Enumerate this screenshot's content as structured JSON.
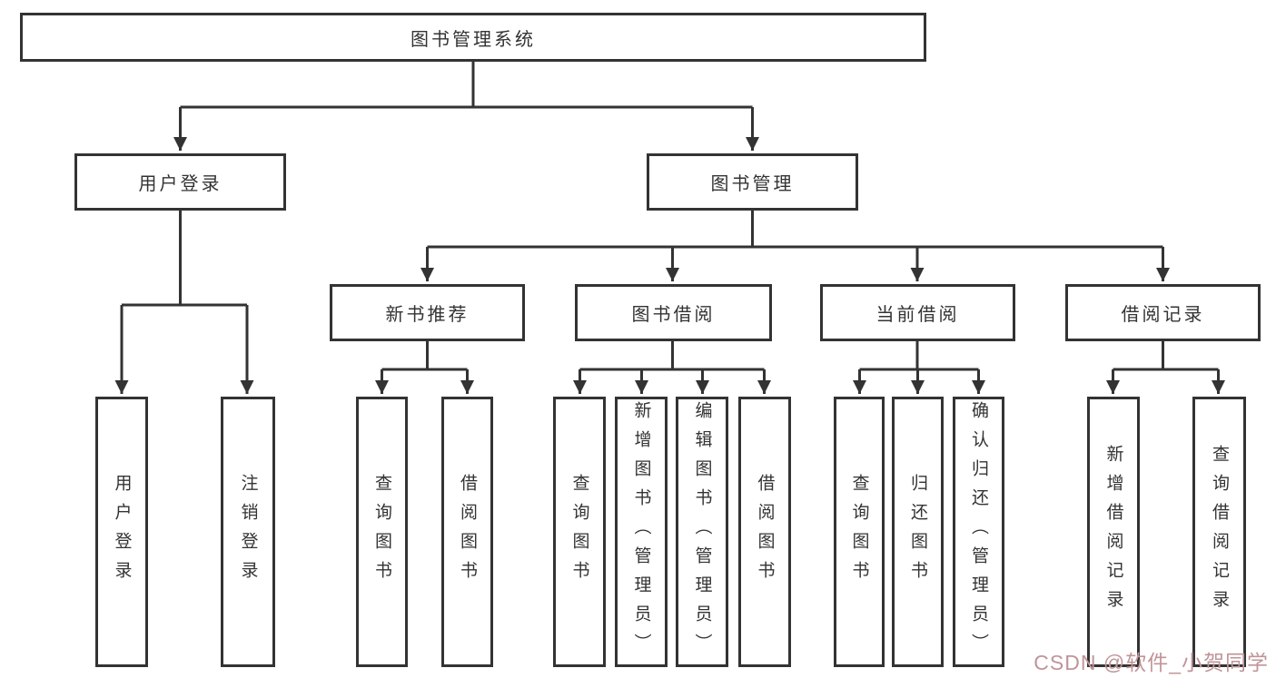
{
  "tree": {
    "root": {
      "label": "图书管理系统"
    },
    "level2": [
      {
        "label": "用户登录"
      },
      {
        "label": "图书管理"
      }
    ],
    "level3": [
      {
        "label": "新书推荐"
      },
      {
        "label": "图书借阅"
      },
      {
        "label": "当前借阅"
      },
      {
        "label": "借阅记录"
      }
    ],
    "leaves": {
      "user_login": [
        "用户登录",
        "注销登录"
      ],
      "new_book_recommend": [
        "查询图书",
        "借阅图书"
      ],
      "book_borrow": [
        "查询图书",
        "新增图书（管理员）",
        "编辑图书（管理员）",
        "借阅图书"
      ],
      "current_borrow": [
        "查询图书",
        "归还图书",
        "确认归还（管理员）"
      ],
      "borrow_records": [
        "新增借阅记录",
        "查询借阅记录"
      ]
    }
  },
  "watermark": {
    "text": "CSDN @软件_小贺同学",
    "color": "#c09598"
  },
  "colors": {
    "line": "#333333",
    "border": "#333333",
    "text": "#333333",
    "background": "#ffffff"
  }
}
